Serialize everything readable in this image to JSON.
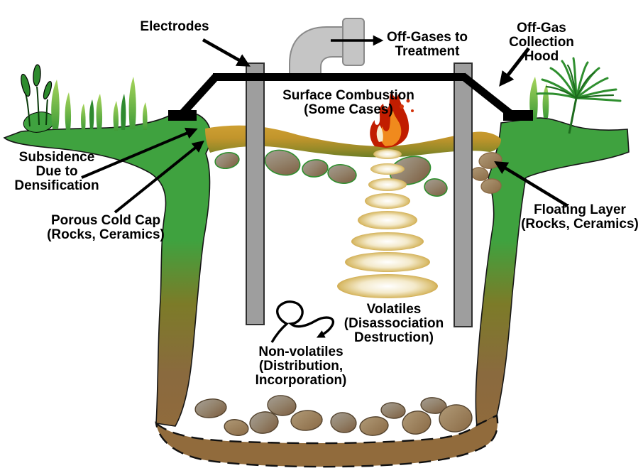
{
  "diagram": {
    "labels": {
      "electrodes": "Electrodes",
      "offgases": "Off-Gases to\nTreatment",
      "hood": "Off-Gas\nCollection\nHood",
      "surface": "Surface Combustion\n(Some Cases)",
      "subsidence": "Subsidence\nDue to\nDensification",
      "porous": "Porous Cold Cap\n(Rocks, Ceramics)",
      "floating": "Floating Layer\n(Rocks, Ceramics)",
      "volatiles": "Volatiles\n(Disassociation\nDestruction)",
      "nonvolatiles": "Non-volatiles\n(Distribution,\nIncorporation)"
    },
    "colors": {
      "background": "#FFFFFF",
      "outline": "#000000",
      "grass_green": "#3FA23F",
      "cold_cap_gold": "#C2952C",
      "soil_brown": "#8F6B3E",
      "electrode_gray": "#9E9E9E",
      "pipe_gray": "#C5C5C5",
      "flame_red": "#C11D00",
      "flame_orange": "#F08A1D",
      "bubble_gold": "#C3922C",
      "rock_gray": "#9C9488"
    }
  }
}
